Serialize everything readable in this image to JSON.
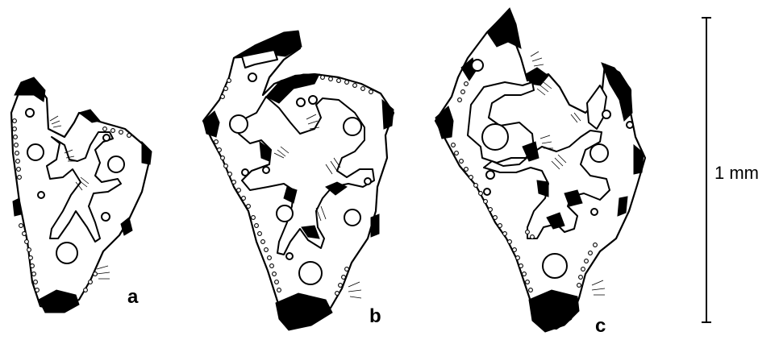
{
  "figure": {
    "panels": [
      {
        "id": "a",
        "label": "a"
      },
      {
        "id": "b",
        "label": "b"
      },
      {
        "id": "c",
        "label": "c"
      }
    ],
    "scale_bar": {
      "label": "1 mm"
    }
  }
}
